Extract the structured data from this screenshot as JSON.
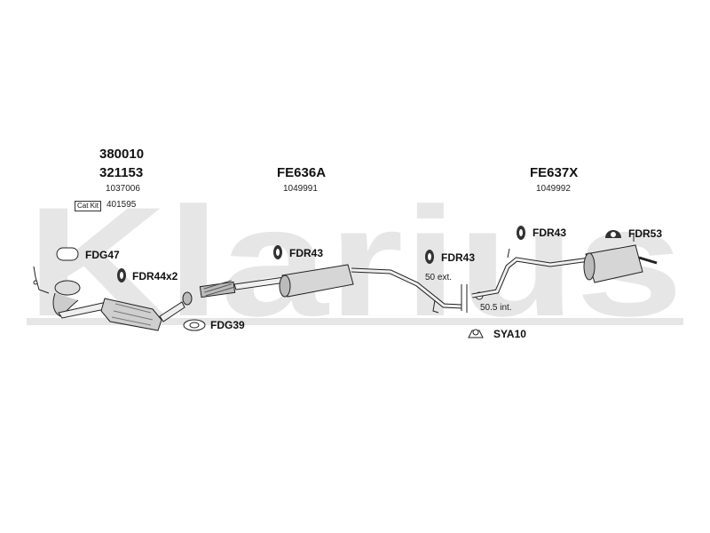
{
  "watermark": {
    "text": "Klarius",
    "color": "#e4e4e4"
  },
  "header": {
    "group1": {
      "code1": "380010",
      "code2": "321153",
      "ref": "1037006",
      "catkit_label": "Cat Kit",
      "catkit_code": "401595"
    },
    "group2": {
      "code": "FE636A",
      "ref": "1049991"
    },
    "group3": {
      "code": "FE637X",
      "ref": "1049992"
    }
  },
  "parts": {
    "fdg47": "FDG47",
    "fdr44x2": "FDR44x2",
    "fdr43_a": "FDR43",
    "fdr43_b": "FDR43",
    "fdr43_c": "FDR43",
    "fdr53": "FDR53",
    "fdg39": "FDG39",
    "sya10": "SYA10"
  },
  "notes": {
    "ext": "50 ext.",
    "int": "50.5 int."
  },
  "colors": {
    "line": "#222222",
    "muffler_fill": "#d8d8d8",
    "shade": "#9a9a9a"
  }
}
